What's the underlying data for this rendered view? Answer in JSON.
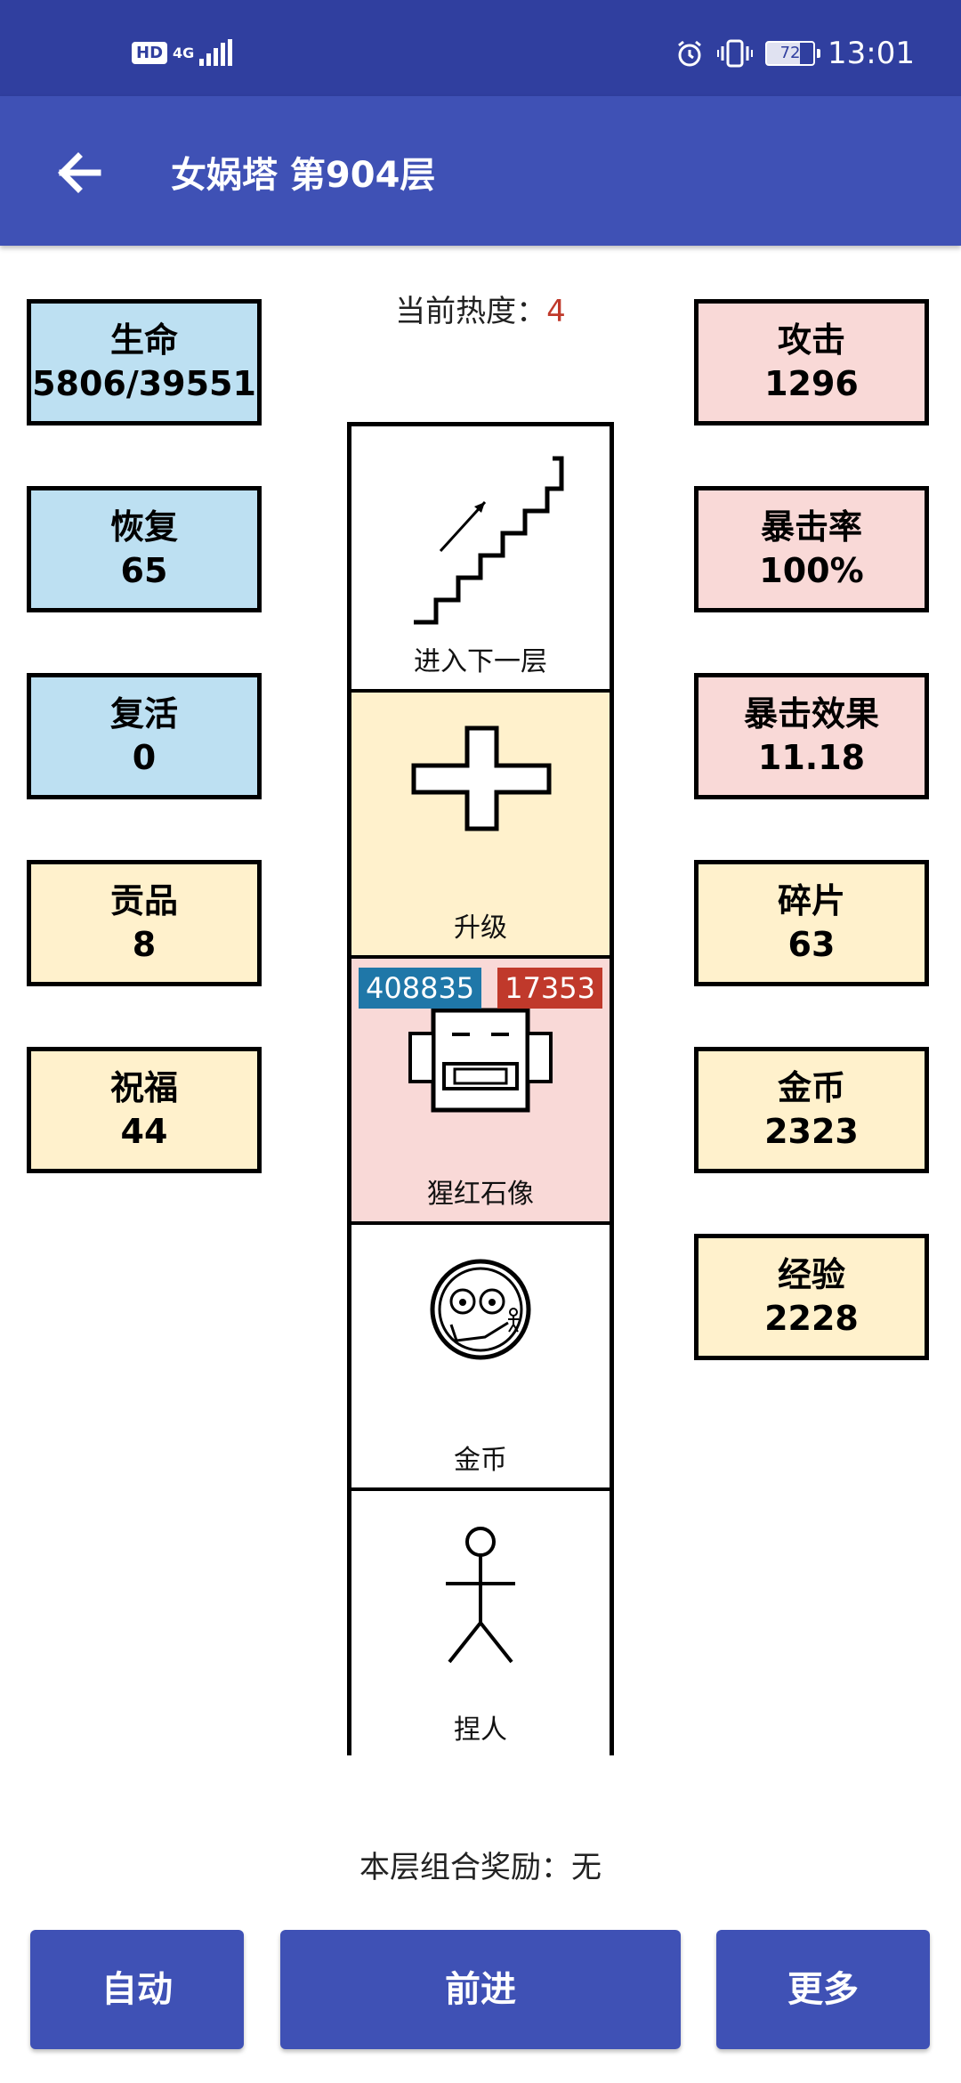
{
  "status_bar": {
    "hd": "HD",
    "network": "4G",
    "battery": "72",
    "battery_level": 0.72,
    "time": "13:01"
  },
  "app_bar": {
    "title": "女娲塔 第904层"
  },
  "heat": {
    "label": "当前热度：",
    "value": "4"
  },
  "stats_left": [
    {
      "label": "生命",
      "value": "5806/39551",
      "color": "#bde0f2"
    },
    {
      "label": "恢复",
      "value": "65",
      "color": "#bde0f2"
    },
    {
      "label": "复活",
      "value": "0",
      "color": "#bde0f2"
    },
    {
      "label": "贡品",
      "value": "8",
      "color": "#fff1cc"
    },
    {
      "label": "祝福",
      "value": "44",
      "color": "#fff1cc"
    }
  ],
  "stats_right": [
    {
      "label": "攻击",
      "value": "1296",
      "color": "#f9d9d7"
    },
    {
      "label": "暴击率",
      "value": "100%",
      "color": "#f9d9d7"
    },
    {
      "label": "暴击效果",
      "value": "11.18",
      "color": "#f9d9d7"
    },
    {
      "label": "碎片",
      "value": "63",
      "color": "#fff1cc"
    },
    {
      "label": "金币",
      "value": "2323",
      "color": "#fff1cc"
    },
    {
      "label": "经验",
      "value": "2228",
      "color": "#fff1cc"
    }
  ],
  "tower": [
    {
      "caption": "进入下一层",
      "icon": "stairs-icon",
      "bg": "#ffffff"
    },
    {
      "caption": "升级",
      "icon": "plus-icon",
      "bg": "#fff1cc"
    },
    {
      "caption": "猩红石像",
      "icon": "statue-face-icon",
      "bg": "#f9d9d7",
      "hp": "408835",
      "atk": "17353"
    },
    {
      "caption": "金币",
      "icon": "coin-icon",
      "bg": "#ffffff"
    },
    {
      "caption": "捏人",
      "icon": "stick-figure-icon",
      "bg": "#ffffff"
    }
  ],
  "combo": {
    "label": "本层组合奖励：",
    "value": "无"
  },
  "buttons": {
    "auto": "自动",
    "forward": "前进",
    "more": "更多"
  },
  "colors": {
    "status_bar": "#303f9f",
    "app_bar": "#3f51b5",
    "accent_red": "#c0392b",
    "badge_blue": "#1f77a8"
  }
}
